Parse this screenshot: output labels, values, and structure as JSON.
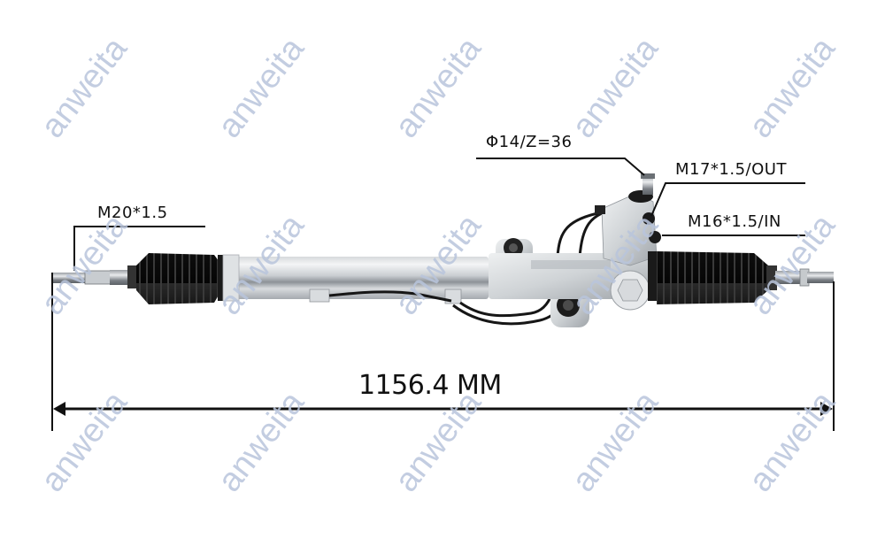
{
  "product": {
    "name": "power-steering-rack",
    "watermark_text": "anweita",
    "watermark_color": "#b9c5dc"
  },
  "annotations": {
    "pinion_spec": "Φ14/Z=36",
    "outlet_port": "M17*1.5/OUT",
    "inlet_port": "M16*1.5/IN",
    "tie_rod_thread": "M20*1.5"
  },
  "dimension": {
    "overall_length": "1156.4 MM"
  }
}
